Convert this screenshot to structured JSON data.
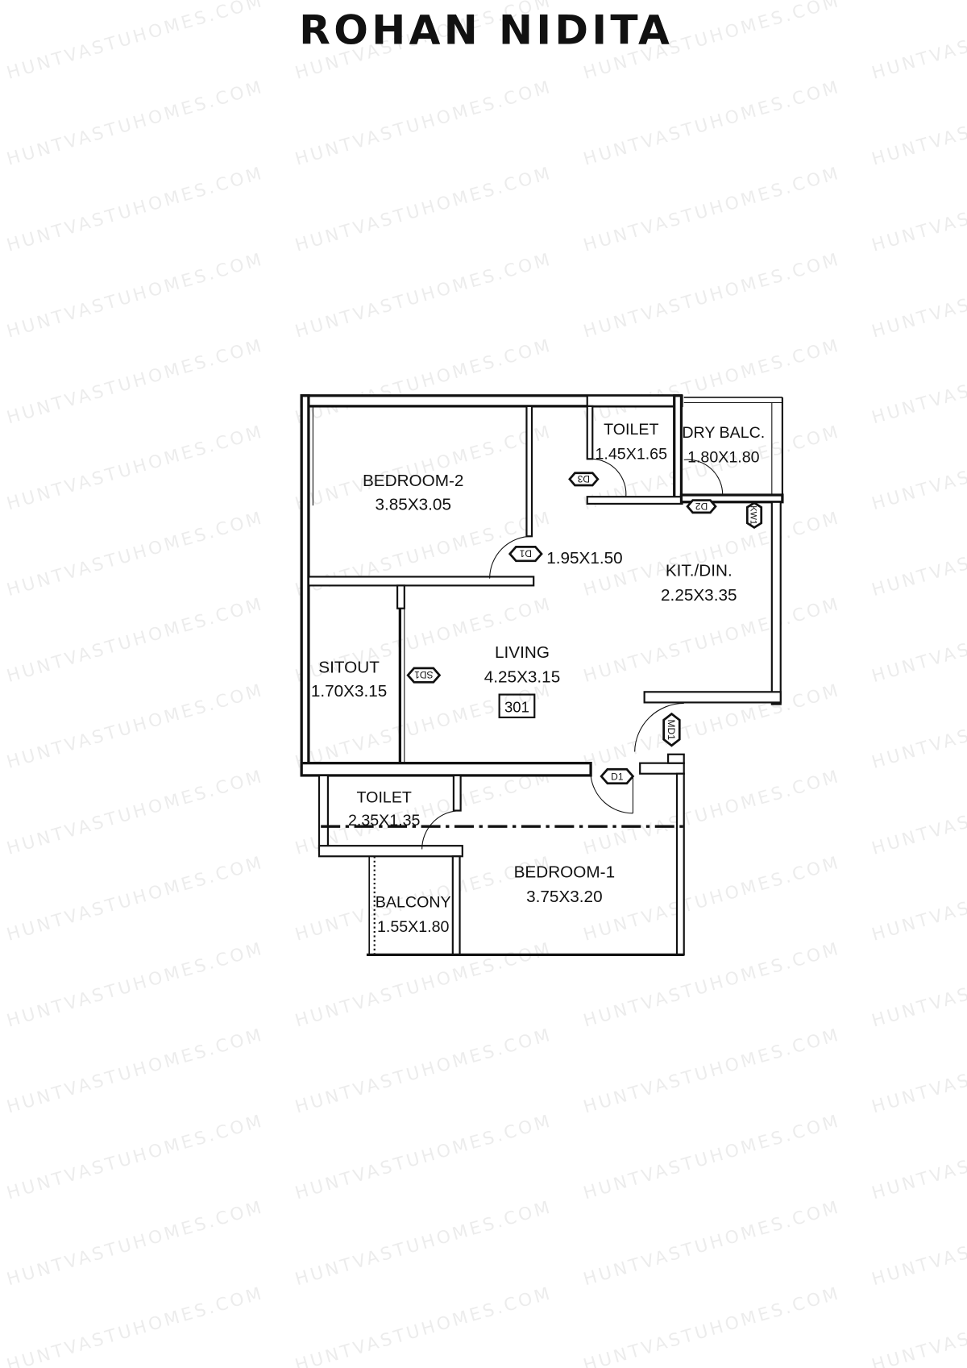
{
  "title": "ROHAN NIDITA",
  "watermark": "HUNTVASTUHOMES.COM",
  "unit_number": "301",
  "rooms": [
    {
      "name": "BEDROOM-2",
      "size": "3.85X3.05"
    },
    {
      "name": "TOILET",
      "size": "1.45X1.65"
    },
    {
      "name": "DRY BALC.",
      "size": "1.80X1.80"
    },
    {
      "name": "",
      "size": "1.95X1.50"
    },
    {
      "name": "KIT./DIN.",
      "size": "2.25X3.35"
    },
    {
      "name": "SITOUT",
      "size": "1.70X3.15"
    },
    {
      "name": "LIVING",
      "size": "4.25X3.15"
    },
    {
      "name": "TOILET",
      "size": "2.35X1.35"
    },
    {
      "name": "BEDROOM-1",
      "size": "3.75X3.20"
    },
    {
      "name": "BALCONY",
      "size": "1.55X1.80"
    }
  ],
  "door_tags": [
    "D3",
    "D2",
    "KW1",
    "D1",
    "SD1",
    "MD1",
    "D1"
  ],
  "colors": {
    "line": "#111111",
    "background": "#ffffff"
  }
}
